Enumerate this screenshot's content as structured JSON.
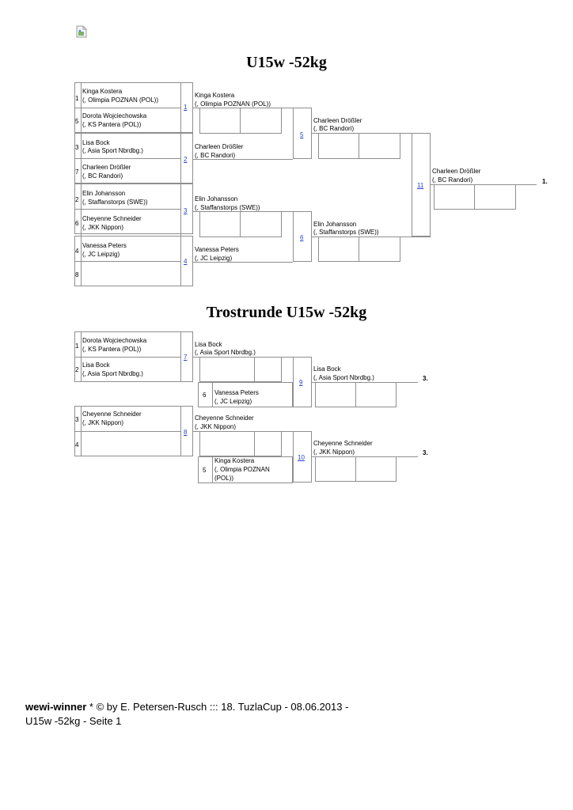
{
  "main_title": "U15w -52kg",
  "cons_title": "Trostrunde U15w -52kg",
  "main": {
    "entries": [
      {
        "seed": "1",
        "name": "Kinga Kostera",
        "club": "(, Olimpia POZNAN (POL))"
      },
      {
        "seed": "5",
        "name": "Dorota Wojciechowska",
        "club": "(, KS Pantera (POL))"
      },
      {
        "seed": "3",
        "name": "Lisa Bock",
        "club": "(, Asia Sport Nbrdbg.)"
      },
      {
        "seed": "7",
        "name": "Charleen Drößler",
        "club": "(, BC Randori)"
      },
      {
        "seed": "2",
        "name": "Elin Johansson",
        "club": "(, Staffanstorps (SWE))"
      },
      {
        "seed": "6",
        "name": "Cheyenne Schneider",
        "club": "(, JKK Nippon)"
      },
      {
        "seed": "4",
        "name": "Vanessa Peters",
        "club": "(, JC Leipzig)"
      },
      {
        "seed": "8",
        "name": "",
        "club": ""
      }
    ],
    "r1": [
      {
        "fight": "1",
        "name": "Kinga Kostera",
        "club": "(, Olimpia POZNAN (POL))"
      },
      {
        "fight": "2",
        "name": "Charleen Drößler",
        "club": "(, BC Randori)"
      },
      {
        "fight": "3",
        "name": "Elin Johansson",
        "club": "(, Staffanstorps (SWE))"
      },
      {
        "fight": "4",
        "name": "Vanessa Peters",
        "club": "(, JC Leipzig)"
      }
    ],
    "r2": [
      {
        "fight": "5",
        "name": "Charleen Drößler",
        "club": "(, BC Randori)"
      },
      {
        "fight": "6",
        "name": "Elin Johansson",
        "club": "(, Staffanstorps (SWE))"
      }
    ],
    "final": {
      "fight": "11",
      "name": "Charleen Drößler",
      "club": "(, BC Randori)",
      "place": "1."
    }
  },
  "cons": {
    "entries": [
      {
        "seed": "1",
        "name": "Dorota Wojciechowska",
        "club": "(, KS Pantera (POL))"
      },
      {
        "seed": "2",
        "name": "Lisa Bock",
        "club": "(, Asia Sport Nbrdbg.)"
      },
      {
        "seed": "3",
        "name": "Cheyenne Schneider",
        "club": "(, JKK Nippon)"
      },
      {
        "seed": "4",
        "name": "",
        "club": ""
      }
    ],
    "r1": [
      {
        "fight": "7",
        "name": "Lisa Bock",
        "club": "(, Asia Sport Nbrdbg.)"
      },
      {
        "fight": "8",
        "name": "Cheyenne Schneider",
        "club": "(, JKK Nippon)"
      }
    ],
    "repechage": [
      {
        "seed": "6",
        "name": "Vanessa Peters",
        "club": "(, JC Leipzig)"
      },
      {
        "seed": "5",
        "name": "Kinga Kostera",
        "club": "(, Olimpia POZNAN",
        "club2": "(POL))"
      }
    ],
    "r2": [
      {
        "fight": "9",
        "name": "Lisa Bock",
        "club": "(, Asia Sport Nbrdbg.)",
        "place": "3."
      },
      {
        "fight": "10",
        "name": "Cheyenne Schneider",
        "club": "(, JKK Nippon)",
        "place": "3."
      }
    ]
  },
  "footer": {
    "brand": "wewi-winner",
    "line1_rest": " * © by E. Petersen-Rusch ::: 18. TuzlaCup - 08.06.2013 -",
    "line2": "U15w -52kg - Seite 1"
  }
}
